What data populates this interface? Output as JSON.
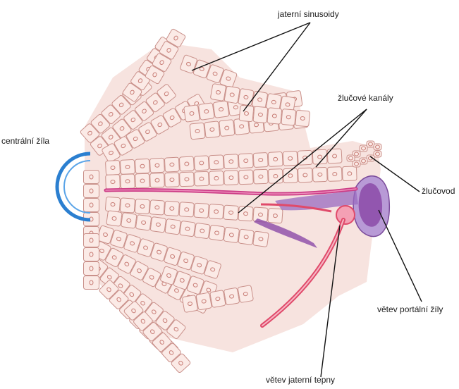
{
  "labels": {
    "sinusoids": "jaterní sinusoidy",
    "central_vein": "centrální žíla",
    "bile_canaliculi": "žlučové kanály",
    "bile_duct": "žlučovod",
    "portal_branch": "větev portální žíly",
    "arterial_branch": "větev jaterní tepny"
  },
  "colors": {
    "cell_fill": "#fbeae6",
    "cell_stroke": "#c9908a",
    "nucleus": "#c97f78",
    "central_vein": "#2b7fd0",
    "canaliculus": "#cc3d86",
    "portal_vein": "#8b4aa8",
    "portal_vein_light": "#b89ad6",
    "artery": "#e04a6a",
    "leader": "#111111"
  }
}
